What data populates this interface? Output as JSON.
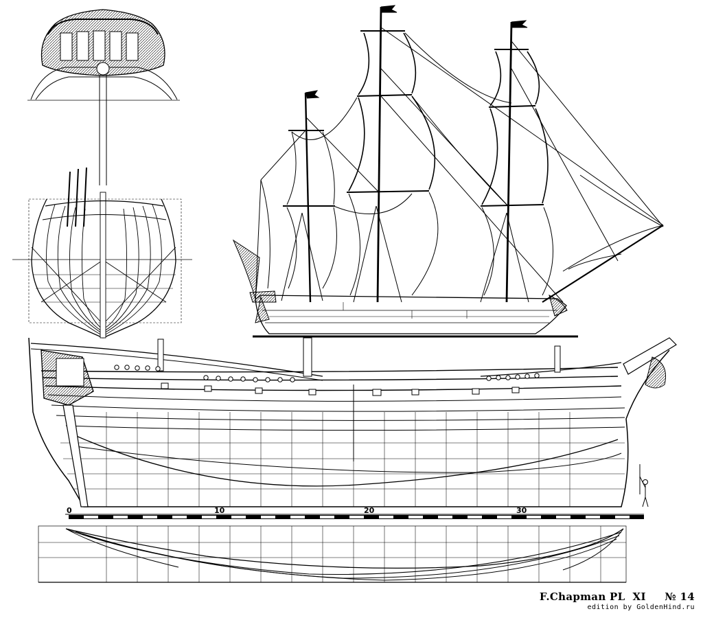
{
  "plate": {
    "title": "F.Chapman PL  XI     № 14",
    "credit": "edition by GoldenHind.ru"
  },
  "scale_bar": {
    "labels": [
      "0",
      "10",
      "20",
      "30"
    ]
  },
  "views": [
    "stern-view",
    "body-plan",
    "sail-plan",
    "sheer-plan",
    "half-breadth-plan"
  ],
  "colors": {
    "ink": "#000000",
    "paper": "#ffffff"
  }
}
